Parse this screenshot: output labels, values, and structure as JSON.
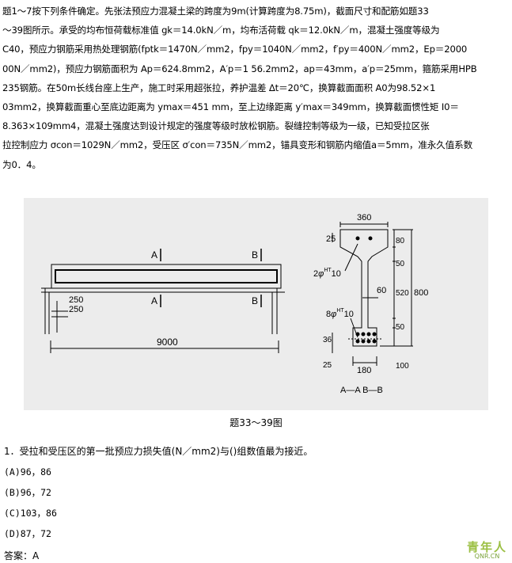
{
  "problem": {
    "lines": [
      "题1～7按下列条件确定。先张法预应力混凝土梁的跨度为9m(计算跨度为8.75m)，截面尺寸和配筋如题33",
      "～39图所示。承受的均布恒荷载标准值 gk＝14.0kN／m，均布活荷载 qk＝12.0kN／m，混凝土强度等级为",
      "C40，预应力钢筋采用热处理钢筋(fptk＝1470N／mm2，fpy＝1040N／mm2，f′py＝400N／mm2，Ep＝2000",
      "00N／mm2)，预应力钢筋面积为 Ap＝624.8mm2，A′p＝1 56.2mm2，ap＝43mm，a′p＝25mm，箍筋采用HPB",
      "235钢筋。在50m长线台座上生产，施工时采用超张拉，养护温差 Δt＝20℃，换算截面面积 A0为98.52×1",
      "03mm2，换算截面重心至底边距离为 ymax＝451 mm，至上边缘距离 y′max＝349mm，换算截面惯性矩 I0＝",
      "8.363×109mm4，混凝土强度达到设计规定的强度等级时放松钢筋。裂缝控制等级为一级，已知受拉区张",
      "拉控制应力 σcon＝1029N／mm2，受压区 σ′con＝735N／mm2，锚具变形和钢筋内缩值a＝5mm，准永久值系数",
      "为0．4。"
    ]
  },
  "figure": {
    "caption": "题33～39图",
    "elevation": {
      "section_a": "A",
      "section_b": "B",
      "dim_250_top": "250",
      "dim_250_bottom": "250",
      "span": "9000"
    },
    "section": {
      "top_width": "360",
      "bottom_width": "180",
      "top_cover": "25",
      "bottom_cover": "25",
      "bottom_36": "36",
      "d80": "80",
      "d50_top": "50",
      "d520": "520",
      "d50_bottom": "50",
      "d100": "100",
      "total": "800",
      "web": "60",
      "top_bars_main": "2",
      "top_bars_sup": "HT",
      "top_bars_sub": "10",
      "bottom_bars_main": "8",
      "bottom_bars_sup": "HT",
      "bottom_bars_sub": "10",
      "label": "A—A B—B"
    }
  },
  "question": {
    "text": "1．受拉和受压区的第一批预应力损失值(N／mm2)与()组数值最为接近。",
    "options": [
      "(A)96，86",
      "(B)96，72",
      "(C)103，86",
      "(D)87，72"
    ]
  },
  "answer": "答案：A",
  "watermark": {
    "main": "青年人",
    "sub": "QNR.CN"
  }
}
